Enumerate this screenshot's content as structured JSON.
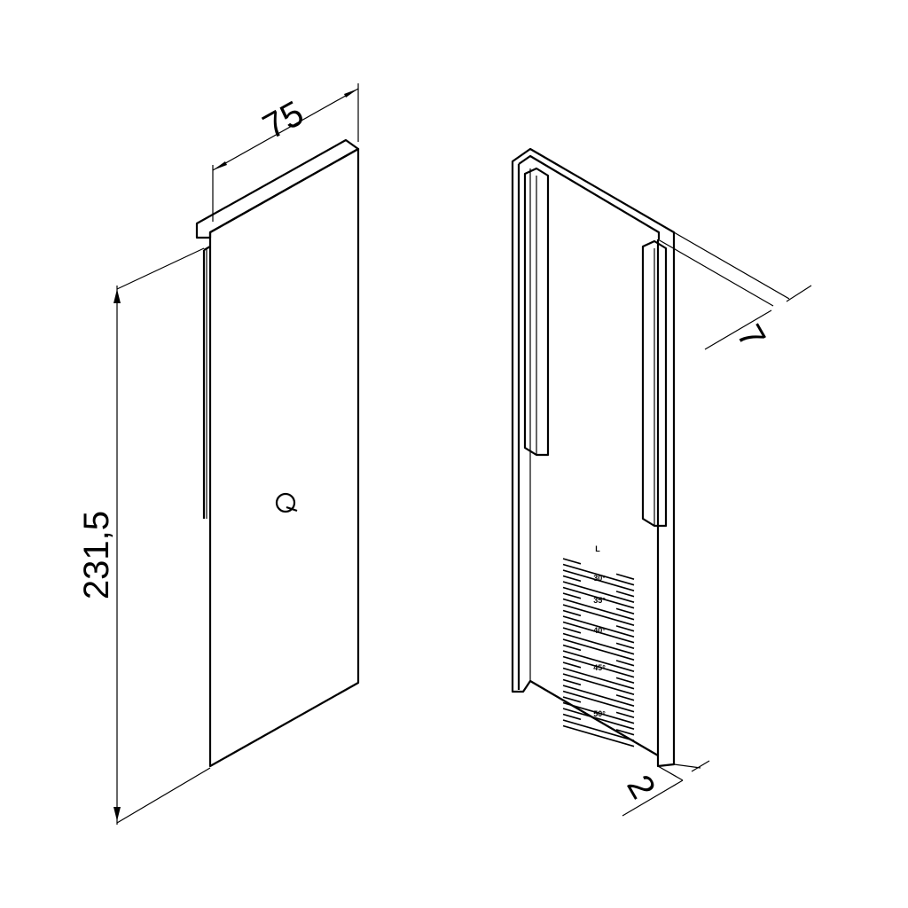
{
  "dimensions": {
    "width": "75",
    "height": "231,5",
    "depth": "7",
    "thickness": "2"
  },
  "scale": {
    "label": "L",
    "angles": [
      "30°",
      "35°",
      "40°",
      "45°",
      "50°"
    ]
  }
}
